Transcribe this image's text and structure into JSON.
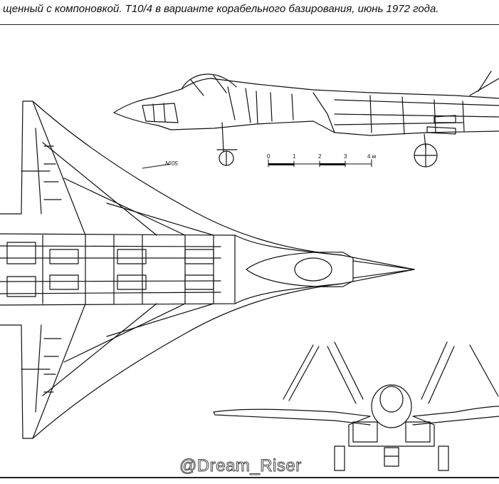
{
  "caption": "щенный с компоновкой. Т10/4 в варианте корабельного базирования, июнь 1972 года.",
  "scale_bar": {
    "ticks": [
      "0",
      "1",
      "2",
      "3",
      "4 м"
    ]
  },
  "side_view_marking": "N°05",
  "watermark": "@Dream_Riser"
}
